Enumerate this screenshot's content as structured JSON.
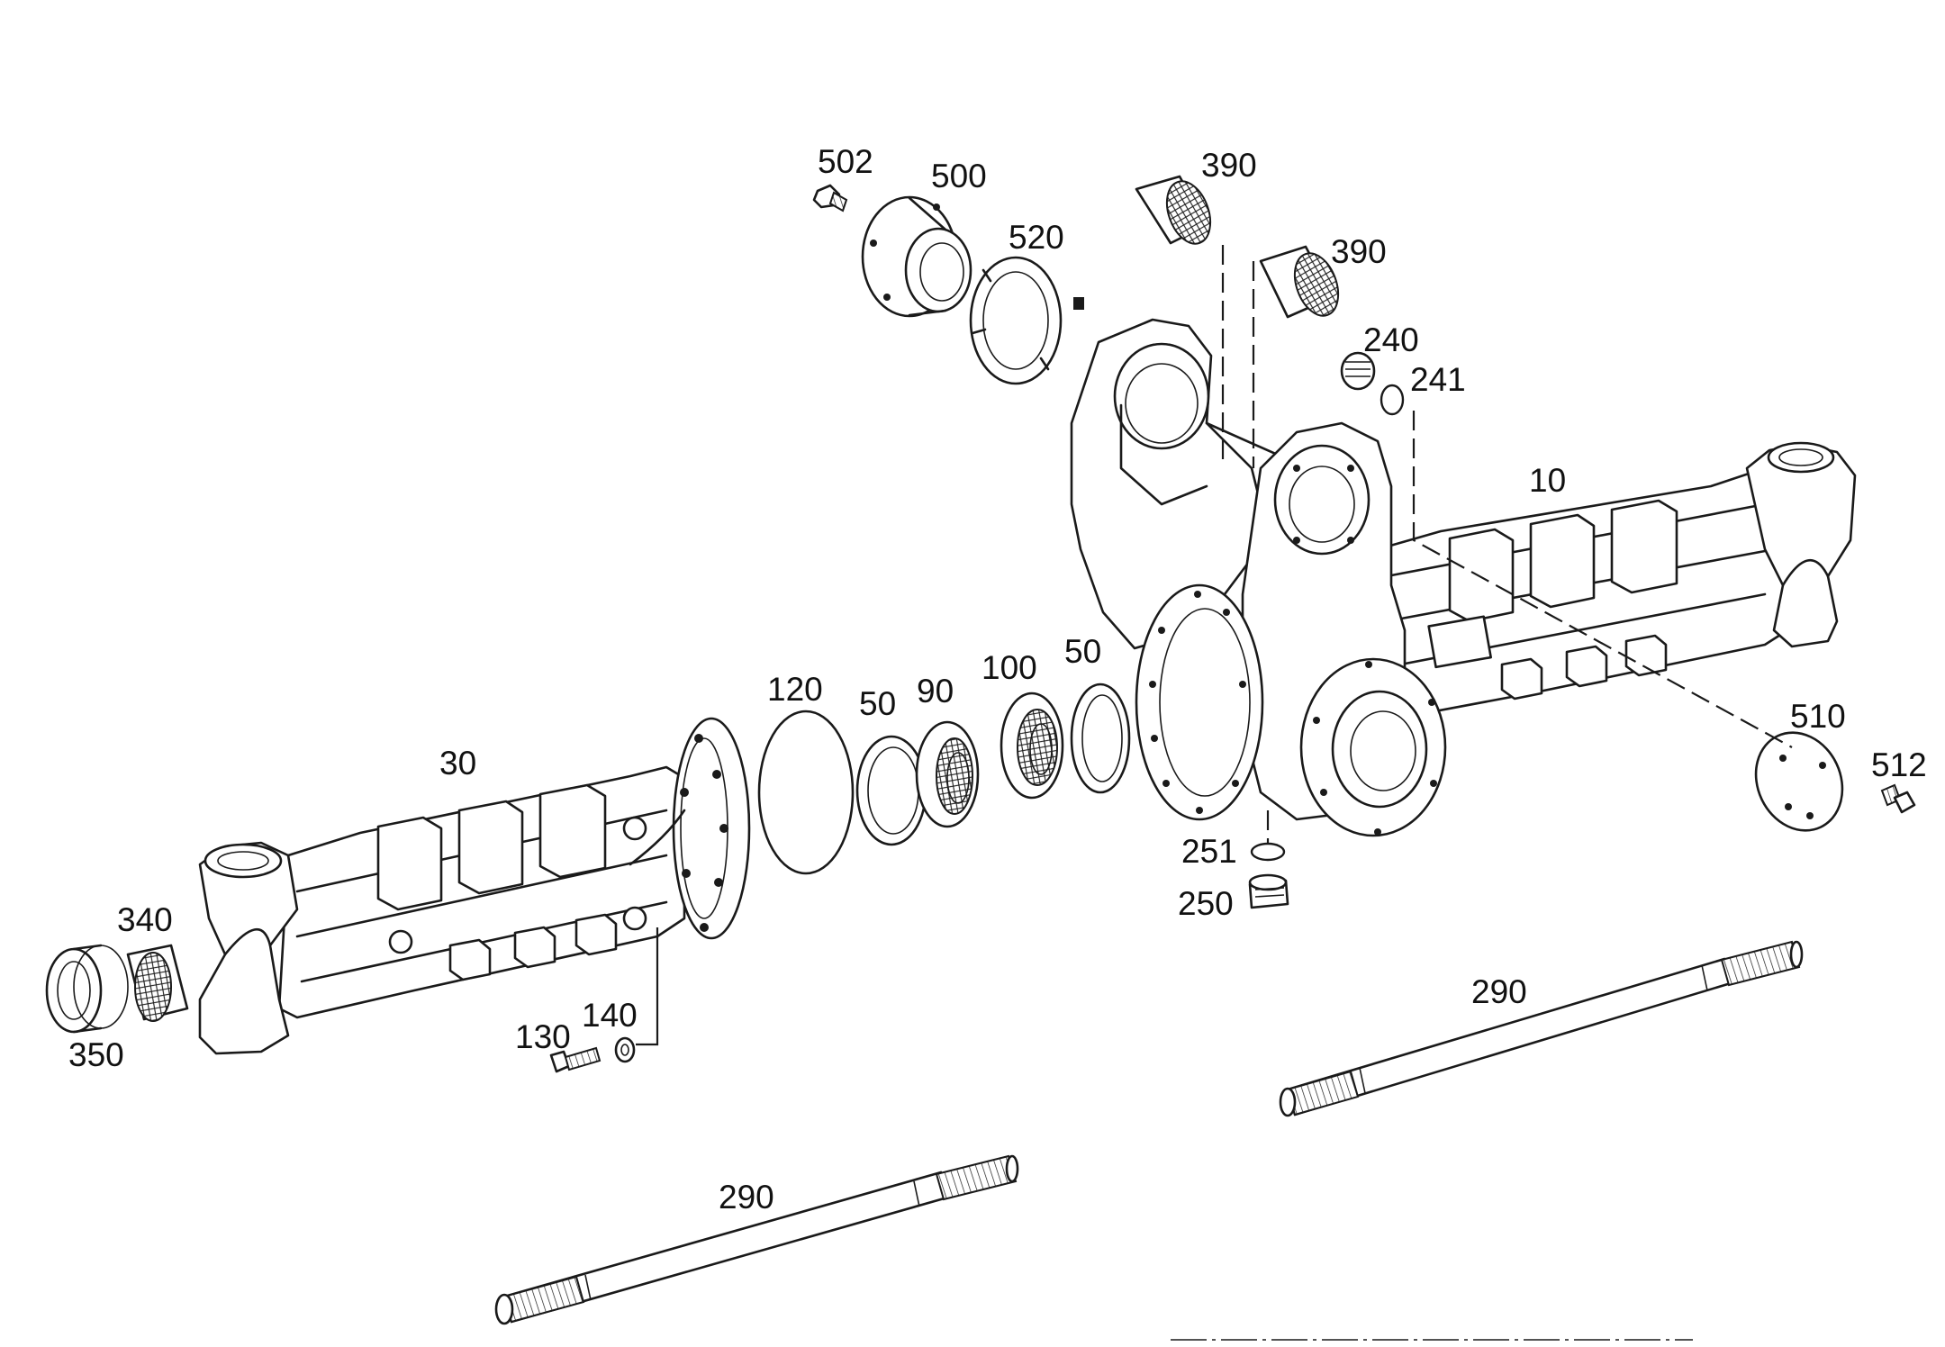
{
  "diagram": {
    "callouts": {
      "c502": "502",
      "c500": "500",
      "c520": "520",
      "c390a": "390",
      "c390b": "390",
      "c240": "240",
      "c241": "241",
      "c10": "10",
      "c120": "120",
      "c50a": "50",
      "c90": "90",
      "c100": "100",
      "c50b": "50",
      "c30": "30",
      "c340": "340",
      "c350": "350",
      "c130": "130",
      "c140": "140",
      "c251": "251",
      "c250": "250",
      "c510": "510",
      "c512": "512",
      "c290a": "290",
      "c290b": "290"
    }
  }
}
